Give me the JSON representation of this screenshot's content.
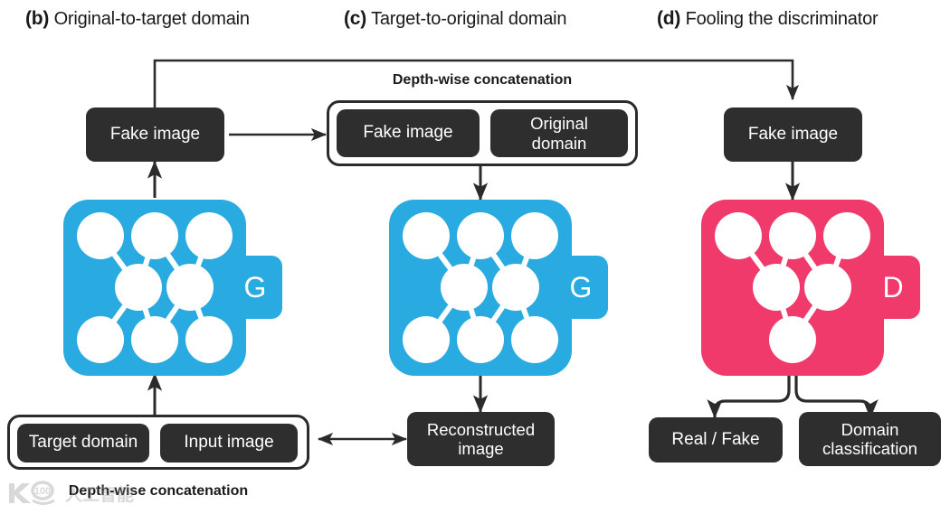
{
  "figure": {
    "background": "#ffffff",
    "colors": {
      "generator": "#29abe2",
      "discriminator": "#f03a6b",
      "box": "#2e2e2e",
      "text_dark": "#1a1a1a",
      "text_light": "#ffffff",
      "arrow": "#2b2b2b"
    }
  },
  "panels": [
    {
      "tag": "(b)",
      "title": "Original-to-target domain",
      "network_label": "G",
      "network_color": "#29abe2",
      "boxes": {
        "fake_image": "Fake image",
        "target_domain": "Target domain",
        "input_image": "Input image"
      },
      "concat_label": "Depth-wise concatenation"
    },
    {
      "tag": "(c)",
      "title": "Target-to-original domain",
      "network_label": "G",
      "network_color": "#29abe2",
      "boxes": {
        "fake_image": "Fake image",
        "original_domain": "Original\ndomain",
        "reconstructed_image": "Reconstructed\nimage"
      },
      "concat_label": "Depth-wise concatenation"
    },
    {
      "tag": "(d)",
      "title": "Fooling the discriminator",
      "network_label": "D",
      "network_color": "#f03a6b",
      "boxes": {
        "fake_image": "Fake image",
        "real_fake": "Real / Fake",
        "domain_classification": "Domain\nclassification"
      }
    }
  ],
  "watermark": {
    "text": "100"
  }
}
